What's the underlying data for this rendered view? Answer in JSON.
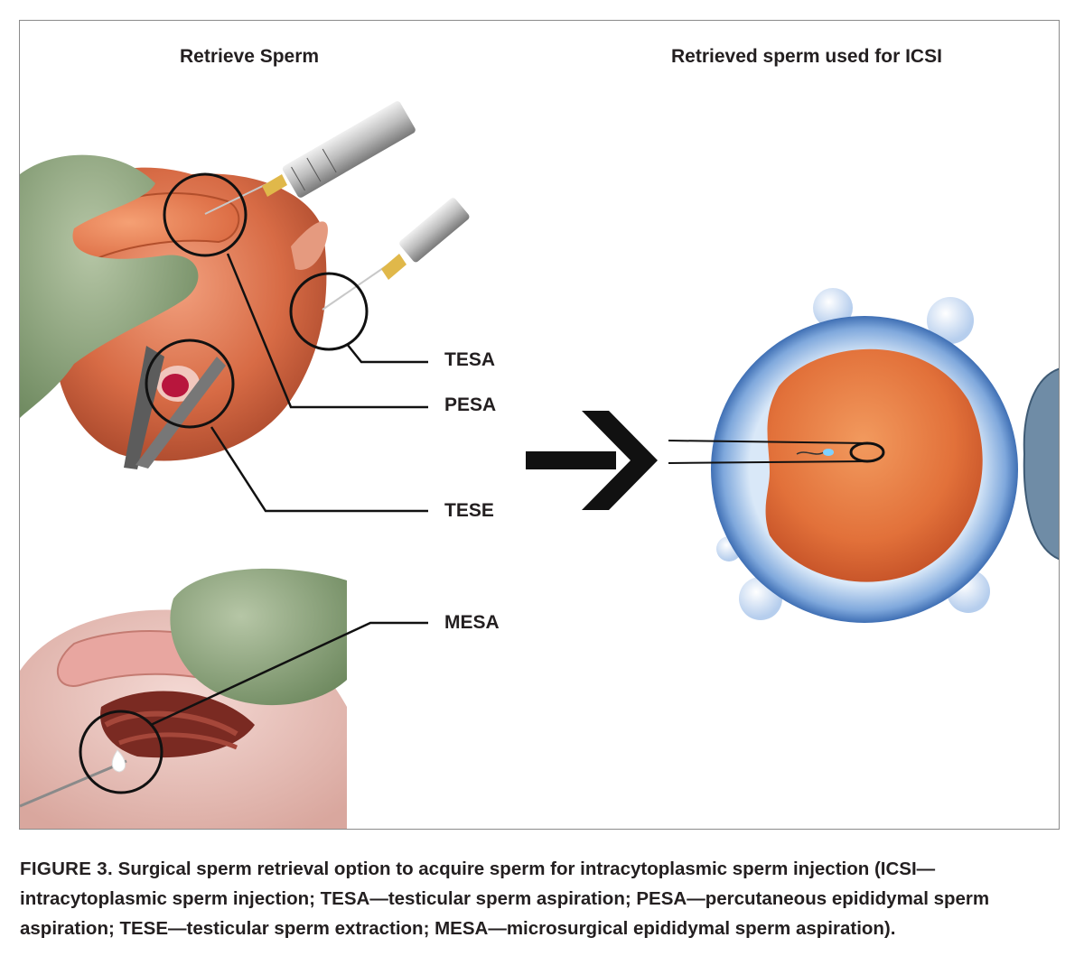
{
  "headings": {
    "left": "Retrieve Sperm",
    "right": "Retrieved sperm used for ICSI"
  },
  "labels": {
    "tesa": "TESA",
    "pesa": "PESA",
    "tese": "TESE",
    "mesa": "MESA"
  },
  "caption": {
    "figure": "FIGURE 3.",
    "text": " Surgical sperm retrieval option to acquire sperm for intracytoplasmic sperm injection (ICSI—intracytoplasmic sperm injection; TESA—testicular sperm aspiration; PESA—percutaneous epididymal sperm aspiration; TESE—testicular sperm extraction; MESA—microsurgical epididymal sperm aspiration)."
  },
  "colors": {
    "glove": "#8fa57f",
    "tissue": "#d9744e",
    "oocyte": "#e0703a",
    "zona": "#4d82c4",
    "arrow": "#111111"
  }
}
